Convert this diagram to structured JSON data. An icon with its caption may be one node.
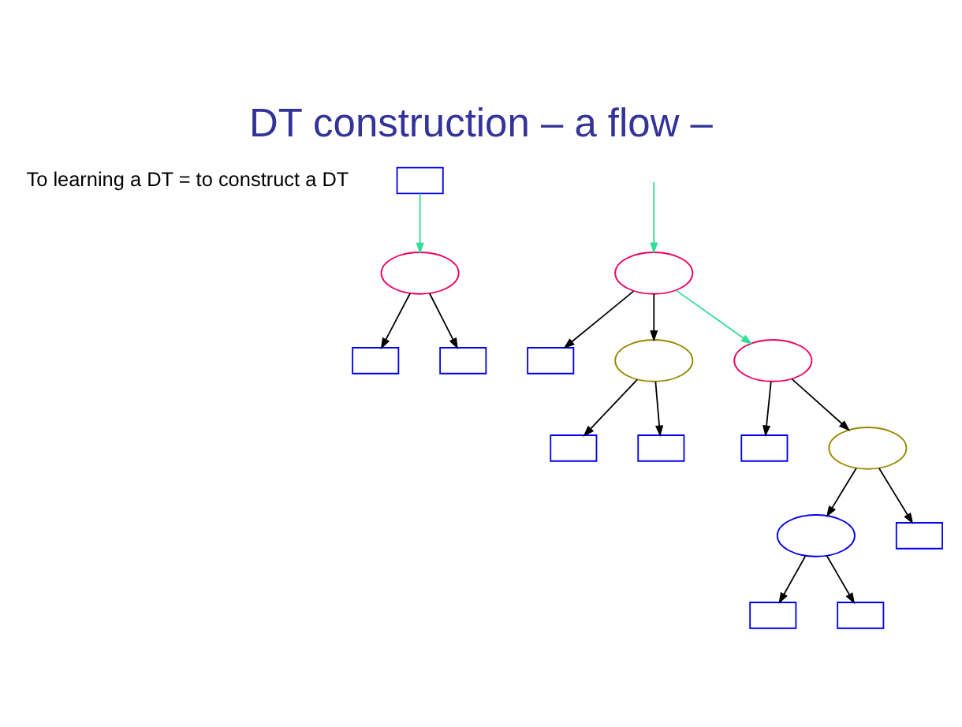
{
  "diagram": {
    "title": "DT construction – a flow –",
    "nodes": [
      {
        "text": [],
        "shape": "box"
      },
      {
        "text": [],
        "shape": "ellipse"
      },
      {
        "text": [],
        "shape": "box"
      },
      {
        "text": [],
        "shape": "box"
      },
      {
        "text": [],
        "shape": "ellipse"
      },
      {
        "text": [],
        "shape": "box"
      },
      {
        "text": [],
        "shape": "ellipse"
      },
      {
        "text": [],
        "shape": "box"
      },
      {
        "text": [],
        "shape": "box"
      },
      {
        "text": [],
        "shape": "ellipse"
      },
      {
        "text": [],
        "shape": "box"
      },
      {
        "text": [],
        "shape": "ellipse"
      },
      {
        "text": [],
        "shape": "ellipse"
      },
      {
        "text": [],
        "shape": "box"
      },
      {
        "text": [],
        "shape": "box"
      },
      {
        "text": [],
        "shape": "box"
      }
    ],
    "edges": [
      {
        "from": 0,
        "to": 1,
        "arrow": "to",
        "color": "#33dd99"
      },
      {
        "from": 1,
        "to": 2,
        "arrow": "to"
      },
      {
        "from": 1,
        "to": 3,
        "arrow": "to"
      },
      {
        "from": null,
        "to": 4,
        "arrow": "to",
        "color": "#33dd99"
      },
      {
        "from": 4,
        "to": 5,
        "arrow": "to"
      },
      {
        "from": 4,
        "to": 6,
        "arrow": "to"
      },
      {
        "from": 6,
        "to": 7,
        "arrow": "to"
      },
      {
        "from": 6,
        "to": 8,
        "arrow": "to"
      },
      {
        "from": 4,
        "to": 9,
        "arrow": "to",
        "color": "#33dd99"
      },
      {
        "from": 9,
        "to": 10,
        "arrow": "to"
      },
      {
        "from": 9,
        "to": 11,
        "arrow": "to"
      },
      {
        "from": 11,
        "to": 12,
        "arrow": "to"
      },
      {
        "from": 11,
        "to": 13,
        "arrow": "to"
      },
      {
        "from": 12,
        "to": 14,
        "arrow": "to"
      },
      {
        "from": 12,
        "to": 15,
        "arrow": "to"
      }
    ],
    "labels": [
      "To learning a DT = to construct a DT"
    ]
  }
}
